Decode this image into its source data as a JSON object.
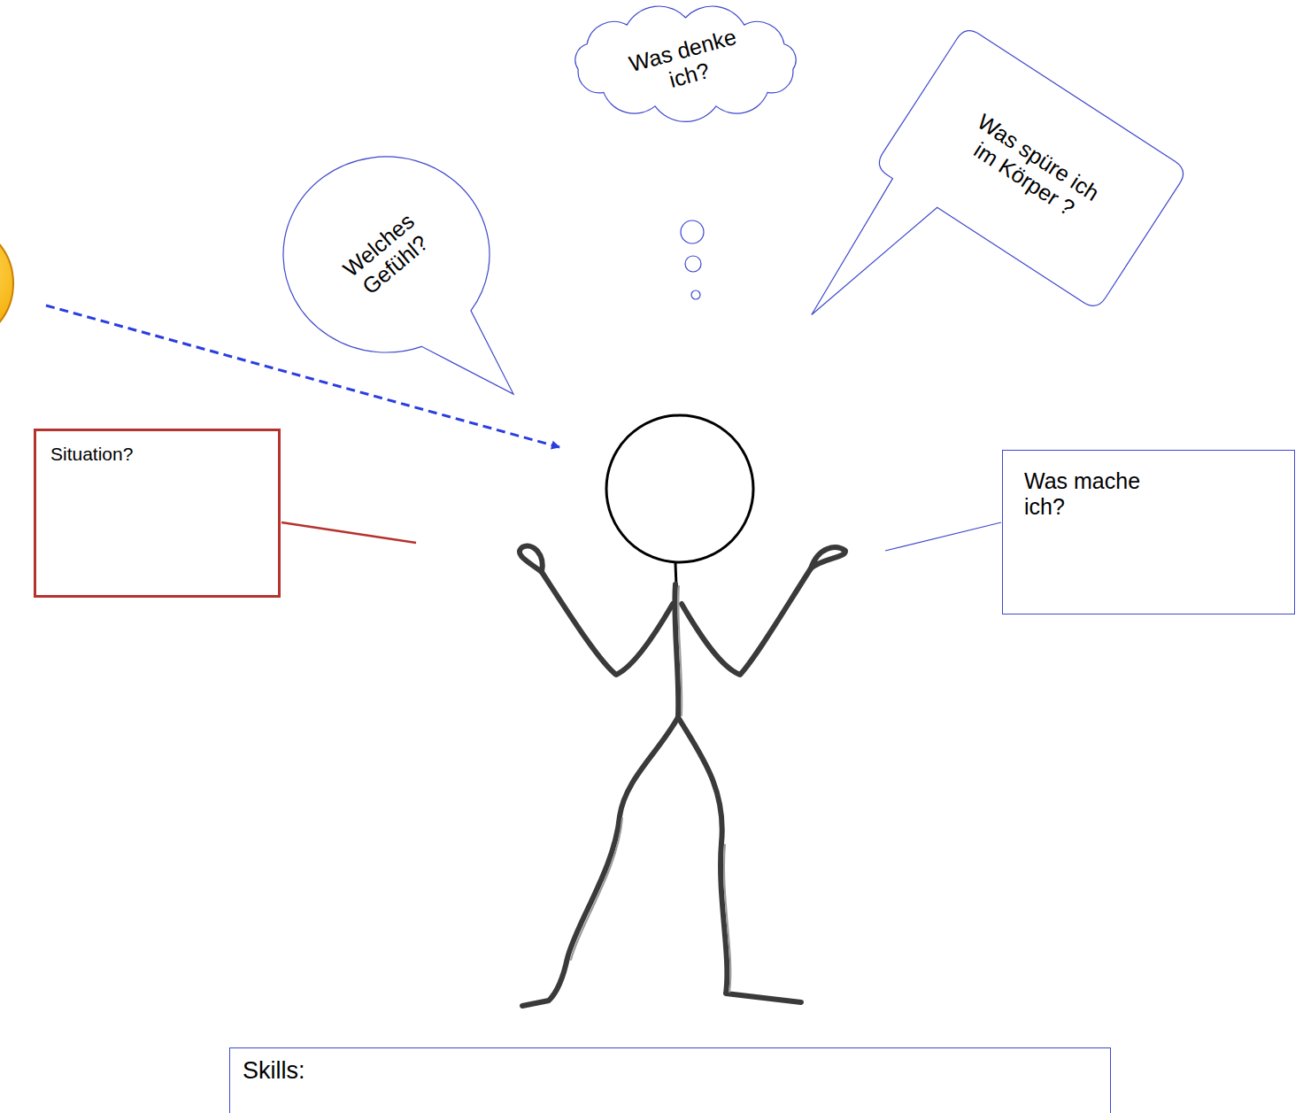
{
  "diagram": {
    "nodes": [
      {
        "text": [
          "Was denke ich?"
        ]
      },
      {
        "text": [
          "Welches Gefühl?"
        ]
      },
      {
        "text": [
          "Was spüre ich im Körper ?"
        ]
      },
      {
        "text": [
          "Situation?"
        ]
      },
      {
        "text": [
          "Was mache ich?"
        ]
      },
      {
        "text": [
          "Skills:"
        ]
      }
    ]
  }
}
